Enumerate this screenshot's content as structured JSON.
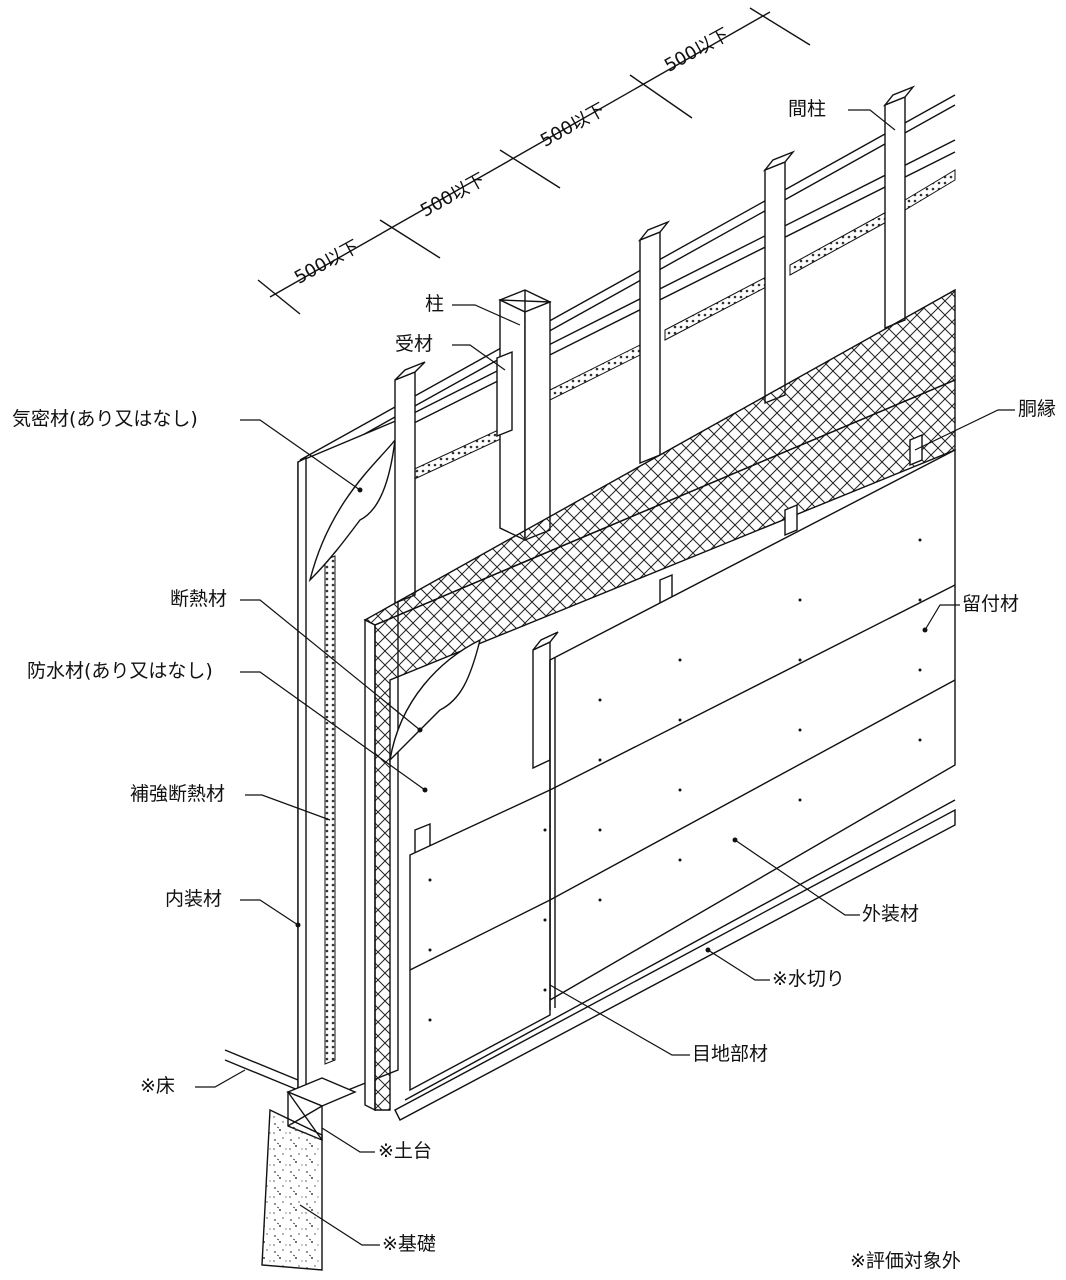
{
  "dimensions": [
    "500以下",
    "500以下",
    "500以下",
    "500以下"
  ],
  "labels": {
    "stud_intermediate": "間柱",
    "post": "柱",
    "receiver": "受材",
    "airtight": "気密材(あり又はなし)",
    "furring": "胴縁",
    "insulation": "断熱材",
    "fastener": "留付材",
    "waterproof": "防水材(あり又はなし)",
    "reinforce_insulation": "補強断熱材",
    "interior": "内装材",
    "exterior": "外装材",
    "flashing": "※水切り",
    "joint": "目地部材",
    "floor": "※床",
    "sill": "※土台",
    "foundation": "※基礎",
    "note": "※評価対象外"
  }
}
